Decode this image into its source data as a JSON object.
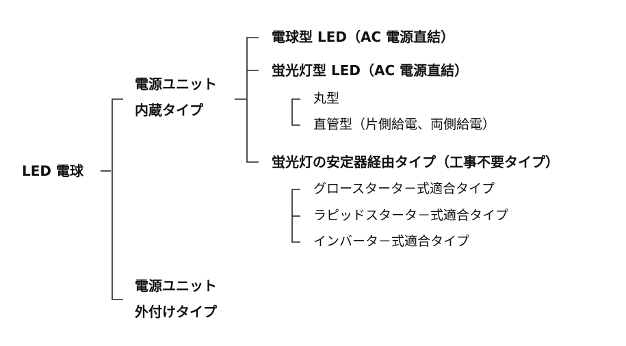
{
  "root": {
    "label": "LED 電球"
  },
  "internal": {
    "line1": "電源ユニット",
    "line2": "内蔵タイプ"
  },
  "external": {
    "line1": "電源ユニット",
    "line2": "外付けタイプ"
  },
  "internal_children": {
    "bulb_led": "電球型 LED（AC 電源直結）",
    "fluor_led": "蛍光灯型 LED（AC 電源直結）",
    "round": "丸型",
    "straight": "直管型（片側給電、両側給電）",
    "ballast": "蛍光灯の安定器経由タイプ（工事不要タイプ）"
  },
  "ballast_children": {
    "glow": "グロースタータ－式適合タイプ",
    "rapid": "ラピッドスタータ－式適合タイプ",
    "inverter": "インバータ－式適合タイプ"
  }
}
